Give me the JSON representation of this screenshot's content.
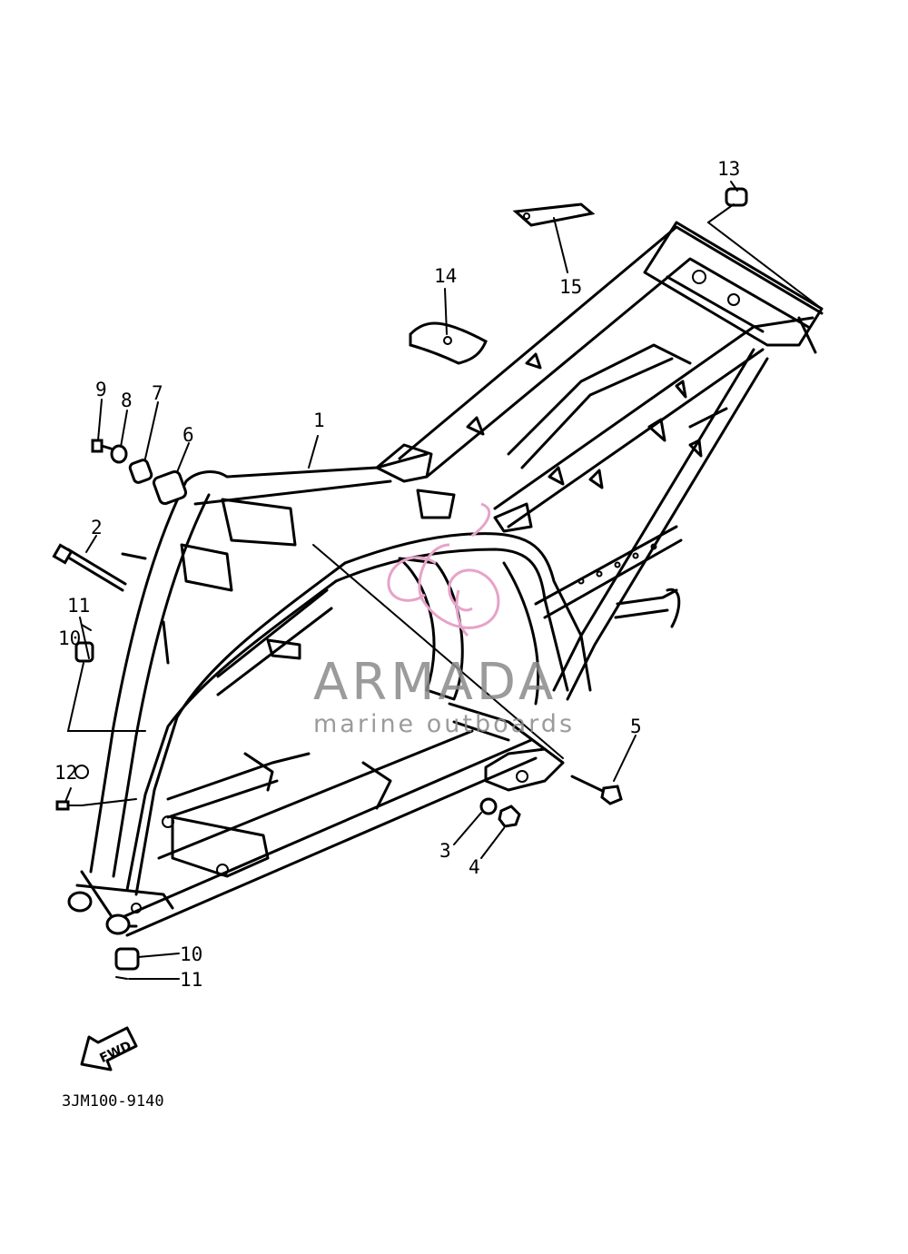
{
  "callouts": {
    "c1": "1",
    "c2": "2",
    "c3": "3",
    "c4": "4",
    "c5": "5",
    "c6": "6",
    "c7": "7",
    "c8": "8",
    "c9": "9",
    "c10a": "10",
    "c10b": "10",
    "c11a": "11",
    "c11b": "11",
    "c12": "12",
    "c13": "13",
    "c14": "14",
    "c15": "15"
  },
  "diagram_code": "3JM100-9140",
  "direction_badge": "FWD",
  "watermark": {
    "brand": "ARMADA",
    "tagline": "marine outboards",
    "logo_color": "#e6a3c8",
    "text_color": "#8a8a8a"
  }
}
